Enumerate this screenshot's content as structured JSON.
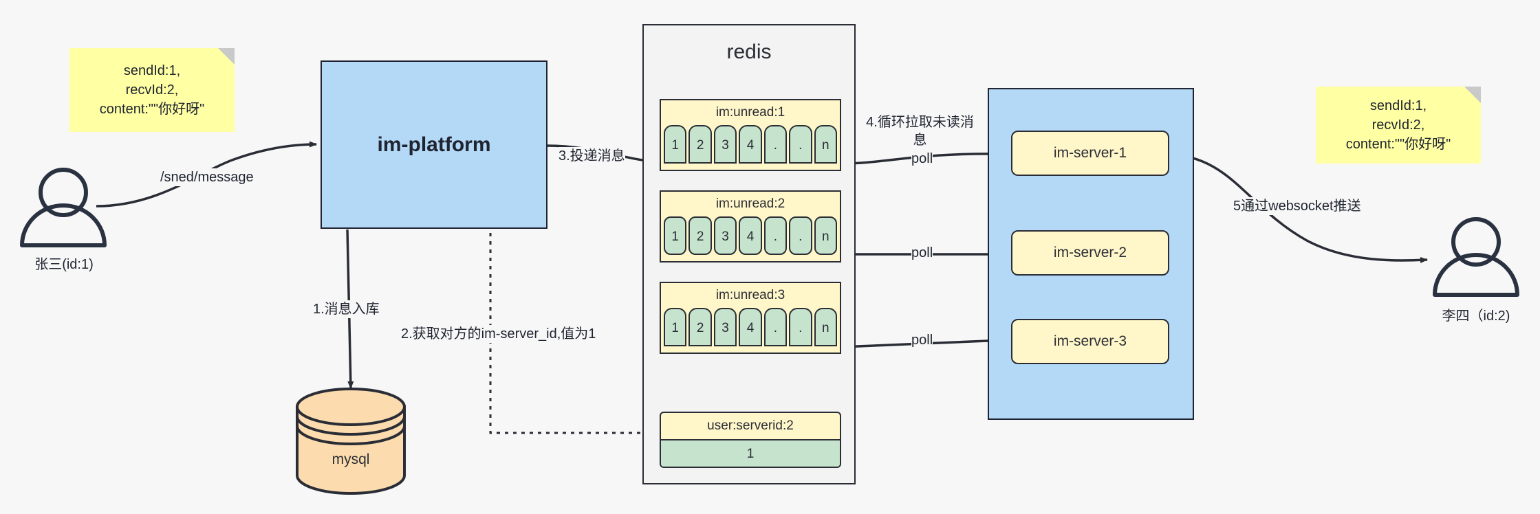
{
  "diagram": {
    "title": "IM message delivery architecture",
    "background": "#f7f7f7",
    "colors": {
      "note": "#ffffa3",
      "blue_box": "#b3d9f7",
      "redis_panel": "#f3f3f3",
      "key_yellow": "#fff6c9",
      "cell_green": "#c5e3cd",
      "db_orange": "#fcdcae",
      "stroke": "#2a2d35"
    }
  },
  "notes": {
    "left": {
      "line1": "sendId:1,",
      "line2": "recvId:2,",
      "line3": "content:\"\"你好呀\""
    },
    "right": {
      "line1": "sendId:1,",
      "line2": "recvId:2,",
      "line3": "content:\"\"你好呀\""
    }
  },
  "actors": {
    "sender": {
      "caption": "张三(id:1)",
      "icon": "person-icon"
    },
    "receiver": {
      "caption": "李四（id:2)",
      "icon": "person-icon"
    }
  },
  "platform": {
    "label": "im-platform"
  },
  "database": {
    "label": "mysql",
    "icon": "database-cylinder-icon"
  },
  "redis": {
    "title": "redis",
    "key_groups": [
      {
        "key": "im:unread:1",
        "cells": [
          "1",
          "2",
          "3",
          "4",
          ".",
          ".",
          "n"
        ],
        "cell_shape": "top-round"
      },
      {
        "key": "im:unread:2",
        "cells": [
          "1",
          "2",
          "3",
          "4",
          ".",
          ".",
          "n"
        ],
        "cell_shape": "all-round"
      },
      {
        "key": "im:unread:3",
        "cells": [
          "1",
          "2",
          "3",
          "4",
          ".",
          ".",
          "n"
        ],
        "cell_shape": "top-round"
      }
    ],
    "server_map": {
      "key": "user:serverid:2",
      "value": "1"
    }
  },
  "im_servers": {
    "nodes": [
      {
        "label": "im-server-1"
      },
      {
        "label": "im-server-2"
      },
      {
        "label": "im-server-3"
      }
    ]
  },
  "edges": {
    "send_message": "/sned/message",
    "store_message": "1.消息入库",
    "get_server_id": "2.获取对方的im-server_id,值为1",
    "deliver_message": "3.投递消息",
    "poll_unread": "4.循环拉取未读消息",
    "poll_1": "poll",
    "poll_2": "poll",
    "poll_3": "poll",
    "websocket_push": "5通过websocket推送"
  }
}
